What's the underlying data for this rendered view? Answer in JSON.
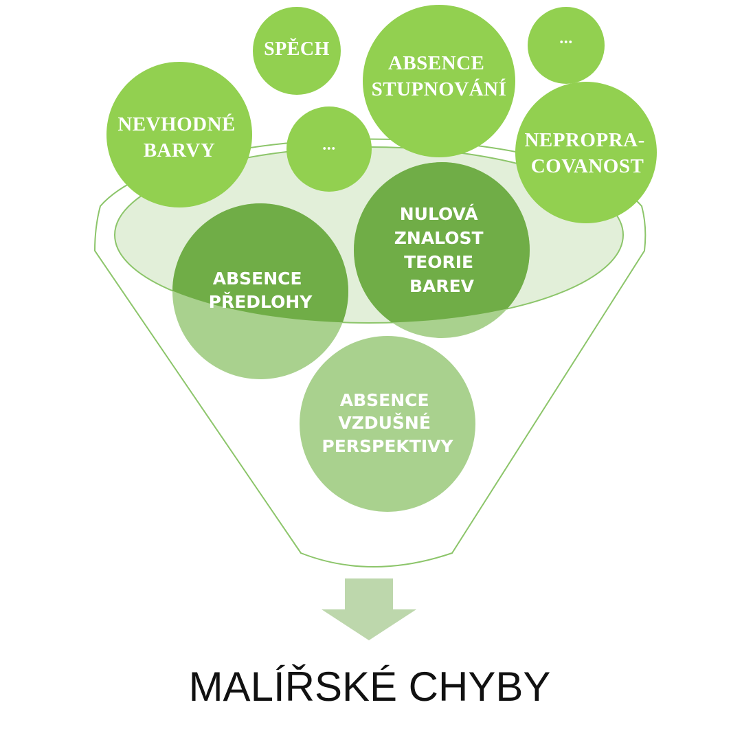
{
  "colors": {
    "top_bubble": "#92d050",
    "inner_dark": "#70ad47",
    "inner_light": "#a9d18e",
    "funnel_outline": "#8cc56a",
    "funnel_fill": "#e2efd9",
    "arrow": "#bdd7ac",
    "label": "#ffffff",
    "outcome_text": "#111111"
  },
  "top_bubbles": [
    {
      "id": "spech",
      "lines": [
        "SPĚCH"
      ]
    },
    {
      "id": "absence-stupnovani",
      "lines": [
        "ABSENCE",
        "STUPNOVÁNÍ"
      ]
    },
    {
      "id": "ellipsis-top-right",
      "lines": [
        "..."
      ]
    },
    {
      "id": "nevhodne-barvy",
      "lines": [
        "NEVHODNÉ",
        "BARVY"
      ]
    },
    {
      "id": "ellipsis-middle",
      "lines": [
        "..."
      ]
    },
    {
      "id": "nepropracovanost",
      "lines": [
        "NEPROPRA-",
        "COVANOST"
      ]
    }
  ],
  "funnel_bubbles": [
    {
      "id": "absence-predlohy",
      "lines": [
        "ABSENCE",
        "PŘEDLOHY"
      ]
    },
    {
      "id": "nulova-znalost",
      "lines": [
        "NULOVÁ",
        "ZNALOST",
        "TEORIE",
        "BAREV"
      ]
    },
    {
      "id": "absence-vzdusne",
      "lines": [
        "ABSENCE",
        "VZDUŠNÉ",
        "PERSPEKTIVY"
      ]
    }
  ],
  "outcome": {
    "label": "MALÍŘSKÉ CHYBY"
  },
  "icons": {
    "arrow": "arrow-down-icon"
  }
}
